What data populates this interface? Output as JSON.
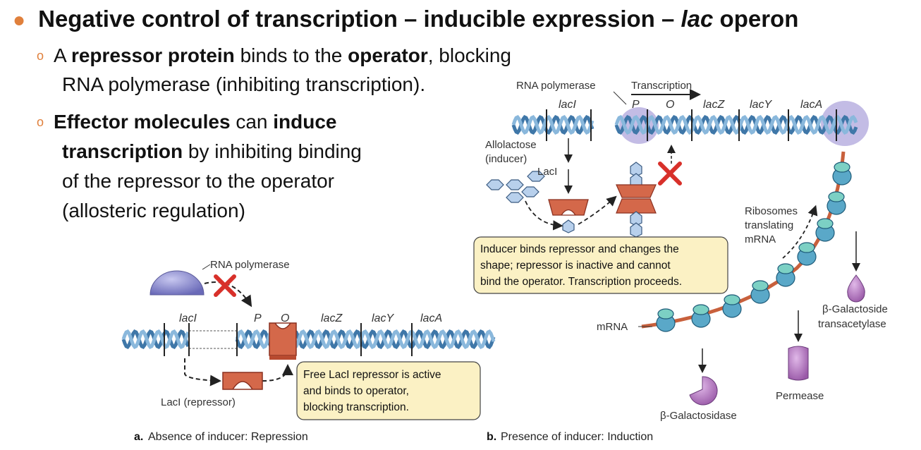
{
  "title": {
    "pre": "Negative control of transcription – inducible expression – ",
    "italic": "lac",
    "post": " operon"
  },
  "bullets": [
    {
      "lines": [
        [
          {
            "t": "A "
          },
          {
            "t": "repressor protein",
            "b": true
          },
          {
            "t": " binds to the "
          },
          {
            "t": "operator",
            "b": true
          },
          {
            "t": ", blocking"
          }
        ],
        [
          {
            "t": "RNA polymerase (inhibiting transcription)."
          }
        ]
      ]
    },
    {
      "lines": [
        [
          {
            "t": "Effector molecules",
            "b": true
          },
          {
            "t": " can "
          },
          {
            "t": "induce",
            "b": true
          }
        ],
        [
          {
            "t": "transcription",
            "b": true
          },
          {
            "t": " by inhibiting binding"
          }
        ],
        [
          {
            "t": "of the repressor to the operator"
          }
        ],
        [
          {
            "t": "(allosteric regulation)"
          }
        ]
      ]
    }
  ],
  "panel_a": {
    "rna_polymerase": "RNA polymerase",
    "genes": [
      "lacI",
      "P",
      "O",
      "lacZ",
      "lacY",
      "lacA"
    ],
    "repressor": "LacI (repressor)",
    "callout": [
      "Free LacI repressor is active",
      "and binds to operator,",
      "blocking transcription."
    ],
    "caption_letter": "a.",
    "caption": "Absence of inducer: Repression"
  },
  "panel_b": {
    "rna_polymerase": "RNA polymerase",
    "transcription": "Transcription",
    "genes": [
      "lacI",
      "P",
      "O",
      "lacZ",
      "lacY",
      "lacA"
    ],
    "allolactose": [
      "Allolactose",
      "(inducer)"
    ],
    "laci": "LacI",
    "callout": [
      "Inducer binds repressor and changes the",
      "shape; repressor is inactive and cannot",
      "bind the operator. Transcription proceeds."
    ],
    "ribosomes": [
      "Ribosomes",
      "translating",
      "mRNA"
    ],
    "mrna": "mRNA",
    "galactosidase": "β-Galactosidase",
    "permease": "Permease",
    "transacetylase": [
      "β-Galactoside",
      "transacetylase"
    ],
    "caption_letter": "b.",
    "caption": "Presence of inducer: Induction"
  },
  "colors": {
    "accent": "#e0803c",
    "dna": "#6a9cc4",
    "repressor": "#c85a3c",
    "polymerase": "#8a8ad0",
    "callout_bg": "#fbf1c4"
  }
}
